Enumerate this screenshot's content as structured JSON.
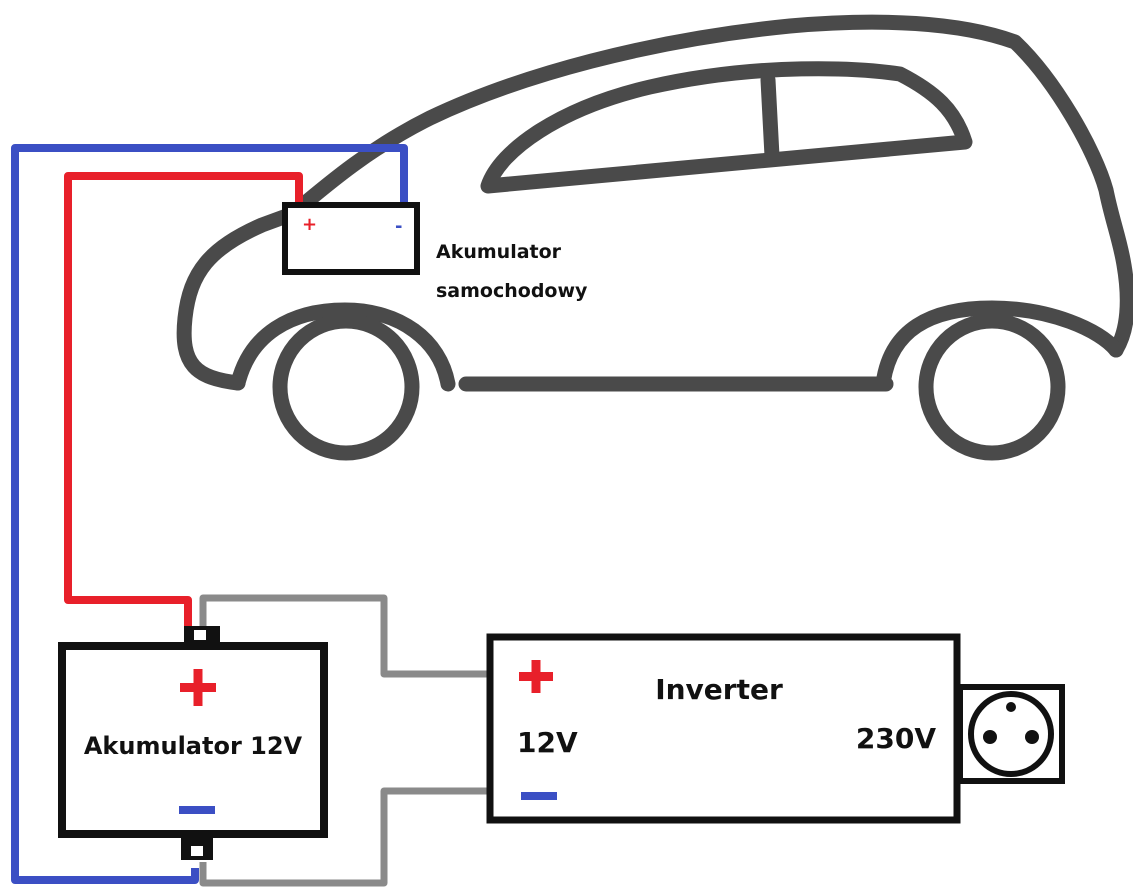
{
  "diagram": {
    "car_battery": {
      "plus_label": "+",
      "minus_label": "-",
      "label_line1": "Akumulator",
      "label_line2": "samochodowy"
    },
    "aux_battery": {
      "label": "Akumulator 12V",
      "plus_symbol": "+",
      "minus_symbol": "−"
    },
    "inverter": {
      "title": "Inverter",
      "input_label": "12V",
      "output_label": "230V",
      "plus_symbol": "+",
      "minus_symbol": "−"
    },
    "colors": {
      "positive_wire": "#e8202a",
      "negative_wire": "#3b4fc4",
      "inverter_wire": "#8a8a8a",
      "car_outline": "#4a4a4a",
      "box_outline": "#111111"
    }
  }
}
